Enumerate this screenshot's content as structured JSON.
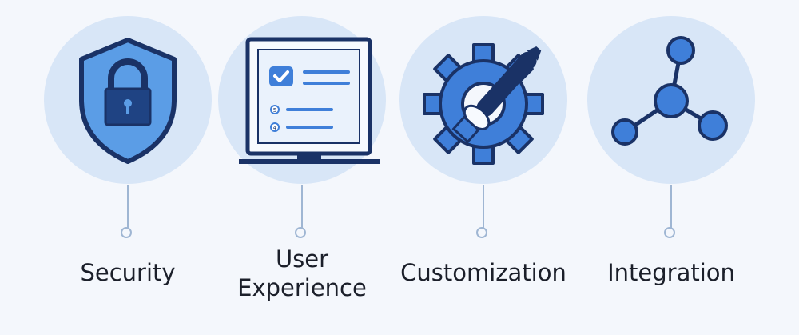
{
  "features": [
    {
      "label": "Security",
      "icon": "shield-lock-icon"
    },
    {
      "label": "User Experience",
      "label_line1": "User",
      "label_line2": "Experience",
      "icon": "monitor-checklist-icon",
      "icon_badges": [
        "5",
        "4"
      ]
    },
    {
      "label": "Customization",
      "icon": "gear-brush-icon"
    },
    {
      "label": "Integration",
      "icon": "network-nodes-icon"
    }
  ],
  "colors": {
    "background": "#f4f7fc",
    "circle": "#d8e6f7",
    "accent_blue": "#3f7fd9",
    "light_blue": "#5b9de6",
    "navy": "#1a3266",
    "connector": "#9fb6d3",
    "text": "#1b1f2a"
  }
}
